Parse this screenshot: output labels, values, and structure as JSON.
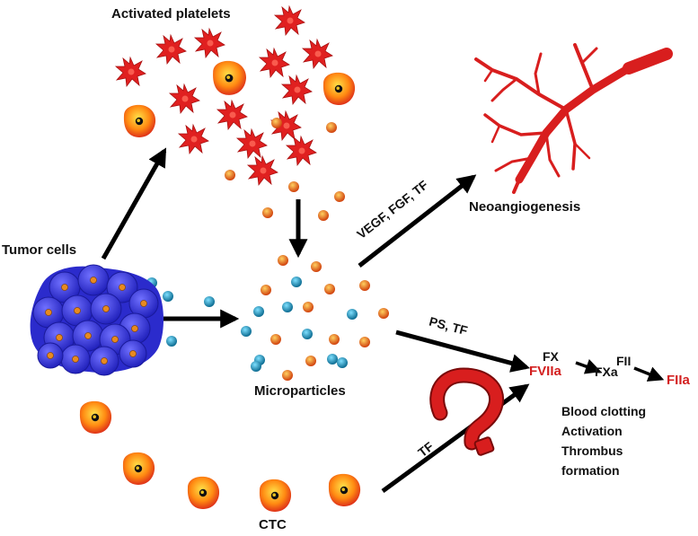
{
  "labels": {
    "activated_platelets": "Activated platelets",
    "tumor_cells": "Tumor cells",
    "microparticles": "Microparticles",
    "neoangiogenesis": "Neoangiogenesis",
    "ctc": "CTC",
    "arrow_growth_factors": "VEGF, FGF, TF",
    "arrow_ps_tf": "PS, TF",
    "arrow_tf": "TF",
    "fx": "FX",
    "fviia": "FVIIa",
    "fxa": "FXa",
    "fii": "FII",
    "fiia": "FIIa",
    "outcome": [
      "Blood clotting",
      "Activation",
      "Thrombus",
      "formation"
    ]
  },
  "colors": {
    "platelet": "#e02020",
    "vessel": "#d81e1e",
    "tumor": "#3a3ae0",
    "mp_orange": "#e8820e",
    "mp_teal": "#1e8fb4",
    "factor_red": "#d32020",
    "question_mark": "#d81e1e"
  },
  "icons": [
    "platelet-icon",
    "tumor-cell-icon",
    "microparticle-icon",
    "blood-vessel-icon",
    "question-mark-icon"
  ]
}
